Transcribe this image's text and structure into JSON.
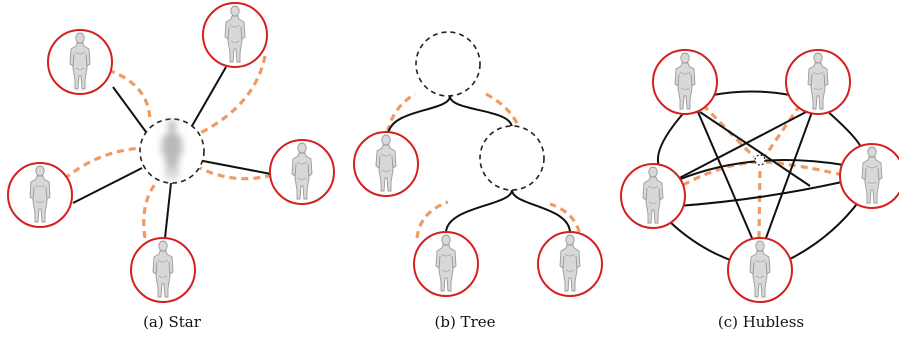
{
  "captions": {
    "star": "(a) Star",
    "tree": "(b) Tree",
    "hubless": "(c) Hubless"
  },
  "colors": {
    "node_ring": "#d42020",
    "hub_ring": "#222222",
    "solid_edge": "#111111",
    "dashed_edge": "#ef9b66",
    "figure_fill": "#d8d8d8",
    "figure_stroke": "#9a9a9a"
  },
  "icons": {
    "node": "human-figure-icon",
    "hub": "blurred-human-figure-icon"
  }
}
